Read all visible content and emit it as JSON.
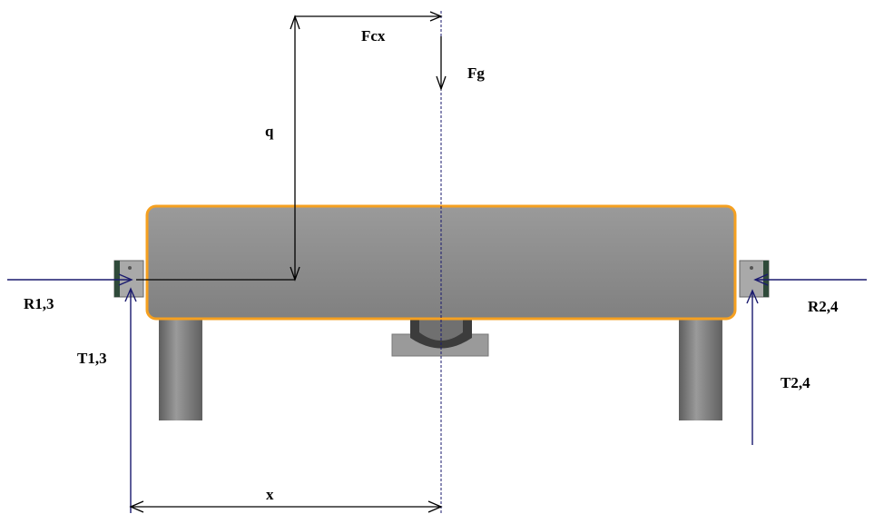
{
  "labels": {
    "fcx": "Fcx",
    "fg": "Fg",
    "q": "q",
    "r13": "R1,3",
    "t13": "T1,3",
    "r24": "R2,4",
    "t24": "T2,4",
    "x": "x"
  },
  "colors": {
    "arrow": "#1a1a6e",
    "black_arrow": "#000000",
    "body": "#8c8c8c",
    "outline": "#f5a020",
    "leg": "#7d7d7d",
    "block": "#a9a9a9"
  }
}
